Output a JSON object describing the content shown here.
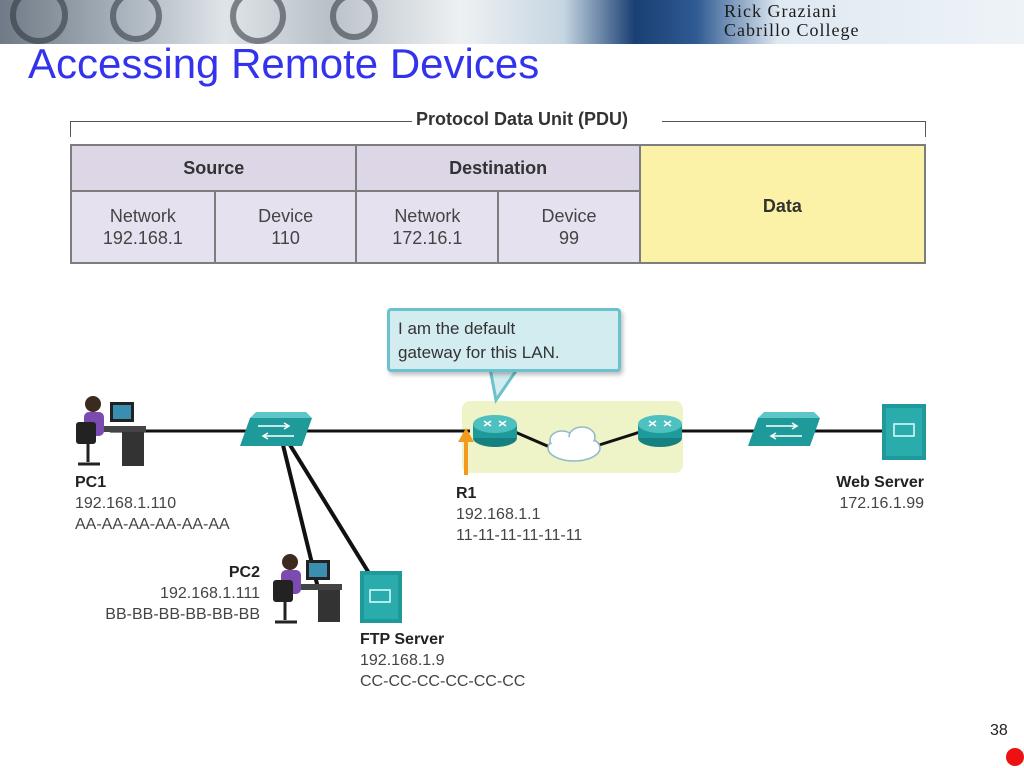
{
  "header": {
    "author_line1": "Rick Graziani",
    "author_line2": "Cabrillo College"
  },
  "slide": {
    "title": "Accessing Remote Devices",
    "page_number": "38"
  },
  "pdu": {
    "label": "Protocol Data Unit (PDU)",
    "source_header": "Source",
    "destination_header": "Destination",
    "data_label": "Data",
    "source_network_label": "Network",
    "source_network_value": "192.168.1",
    "source_device_label": "Device",
    "source_device_value": "110",
    "dest_network_label": "Network",
    "dest_network_value": "172.16.1",
    "dest_device_label": "Device",
    "dest_device_value": "99",
    "colors": {
      "header_fill": "#dcd6e6",
      "cell_fill": "#e6e1ef",
      "data_fill": "#fbf2a8"
    }
  },
  "callout": {
    "line1": "I am the default",
    "line2": "gateway for this LAN."
  },
  "devices": {
    "pc1": {
      "name": "PC1",
      "ip": "192.168.1.110",
      "mac": "AA-AA-AA-AA-AA-AA"
    },
    "pc2": {
      "name": "PC2",
      "ip": "192.168.1.111",
      "mac": "BB-BB-BB-BB-BB-BB"
    },
    "r1": {
      "name": "R1",
      "ip": "192.168.1.1",
      "mac": "11-11-11-11-11-11"
    },
    "ftp": {
      "name": "FTP Server",
      "ip": "192.168.1.9",
      "mac": "CC-CC-CC-CC-CC-CC"
    },
    "web": {
      "name": "Web Server",
      "ip": "172.16.1.99"
    }
  },
  "colors": {
    "title": "#3333ee",
    "device_teal": "#1e9a9a",
    "router_zone": "#eef4c8",
    "arrow": "#f29a1e"
  }
}
